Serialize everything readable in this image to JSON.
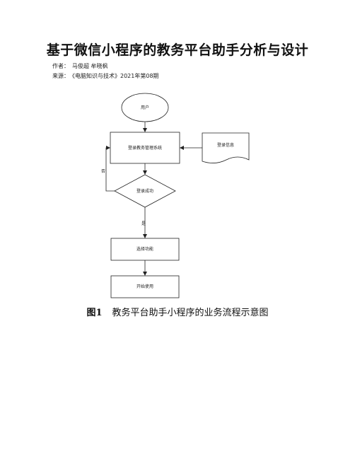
{
  "document": {
    "title": "基于微信小程序的教务平台助手分析与设计",
    "author_label": "作者：",
    "author_names": "马俊超 牟晓枫",
    "source_label": "来源：",
    "source_value": "《电脑知识与技术》2021年第08期"
  },
  "figure": {
    "number": "图1",
    "caption": "教务平台助手小程序的业务流程示意图",
    "nodes": {
      "user": "用户",
      "login_system": "登录教务管理系统",
      "login_info": "登录信息",
      "login_success": "登录成功",
      "select_function": "选择功能",
      "start_use": "开始使用"
    },
    "edges": {
      "no": "否",
      "yes": "是"
    }
  }
}
